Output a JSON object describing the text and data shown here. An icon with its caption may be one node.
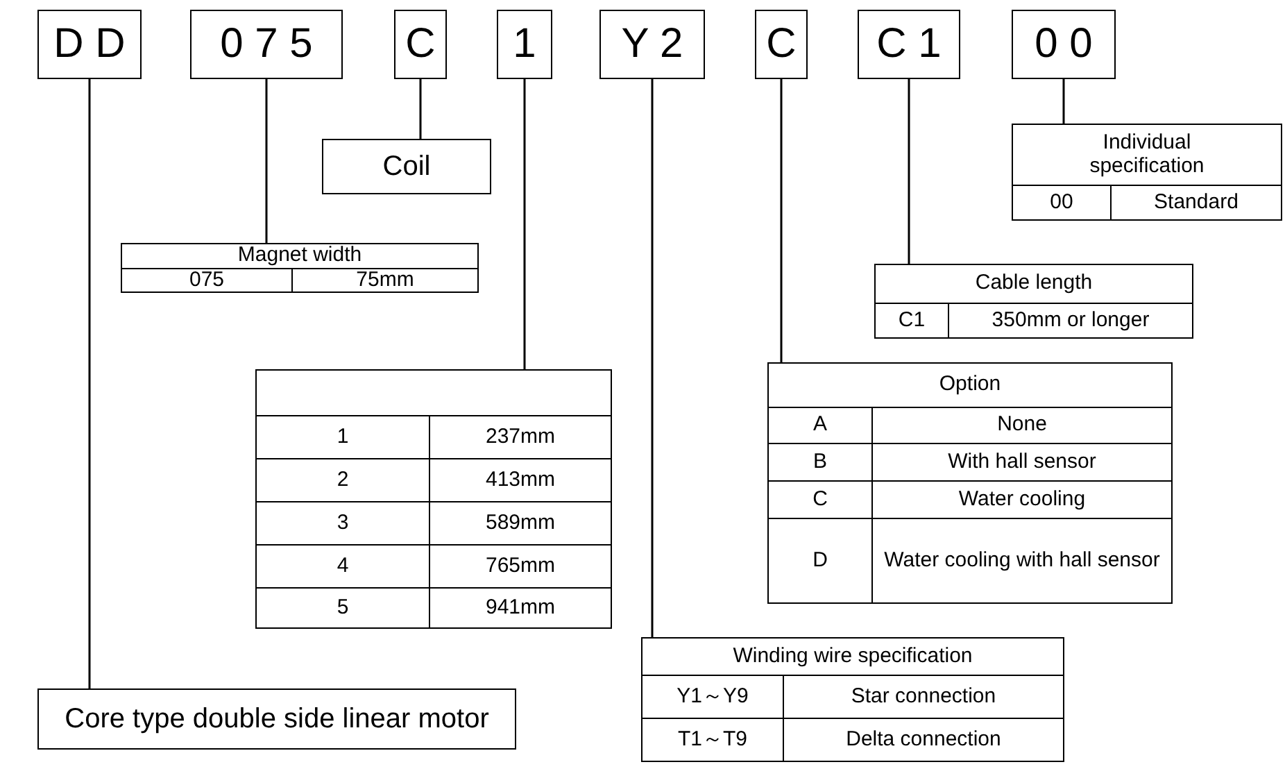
{
  "diagram": {
    "nodes": [
      {
        "text": [
          "D D"
        ]
      },
      {
        "text": [
          "0 7 5"
        ]
      },
      {
        "text": [
          "C"
        ]
      },
      {
        "text": [
          "1"
        ]
      },
      {
        "text": [
          "Y 2"
        ]
      },
      {
        "text": [
          "C"
        ]
      },
      {
        "text": [
          "C 1"
        ]
      },
      {
        "text": [
          "0 0"
        ]
      },
      {
        "text": [
          "Individual specification",
          "00",
          "Standard"
        ]
      },
      {
        "text": [
          "Coil"
        ]
      },
      {
        "text": [
          "Magnet width",
          "075",
          "75mm"
        ]
      },
      {
        "text": [
          "Cable length",
          "C1",
          "350mm or longer"
        ]
      },
      {
        "text": [
          "1",
          "237mm",
          "2",
          "413mm",
          "3",
          "589mm",
          "4",
          "765mm",
          "5",
          "941mm"
        ]
      },
      {
        "text": [
          "Option",
          "A",
          "None",
          "B",
          "With hall sensor",
          "C",
          "Water cooling",
          "D",
          "Water cooling with hall sensor"
        ]
      },
      {
        "text": [
          "Winding wire specification",
          "Y1～Y9",
          "Star connection",
          "T1～T9",
          "Delta connection"
        ]
      },
      {
        "text": [
          "Core type double side linear motor"
        ]
      }
    ],
    "edges": [
      {
        "from": 0,
        "to": 15,
        "arrow": "none"
      },
      {
        "from": 1,
        "to": 10,
        "arrow": "none"
      },
      {
        "from": 2,
        "to": 9,
        "arrow": "none"
      },
      {
        "from": 3,
        "to": 12,
        "arrow": "none"
      },
      {
        "from": 4,
        "to": 14,
        "arrow": "none"
      },
      {
        "from": 5,
        "to": 13,
        "arrow": "none"
      },
      {
        "from": 6,
        "to": 11,
        "arrow": "none"
      },
      {
        "from": 7,
        "to": 8,
        "arrow": "none"
      }
    ]
  }
}
